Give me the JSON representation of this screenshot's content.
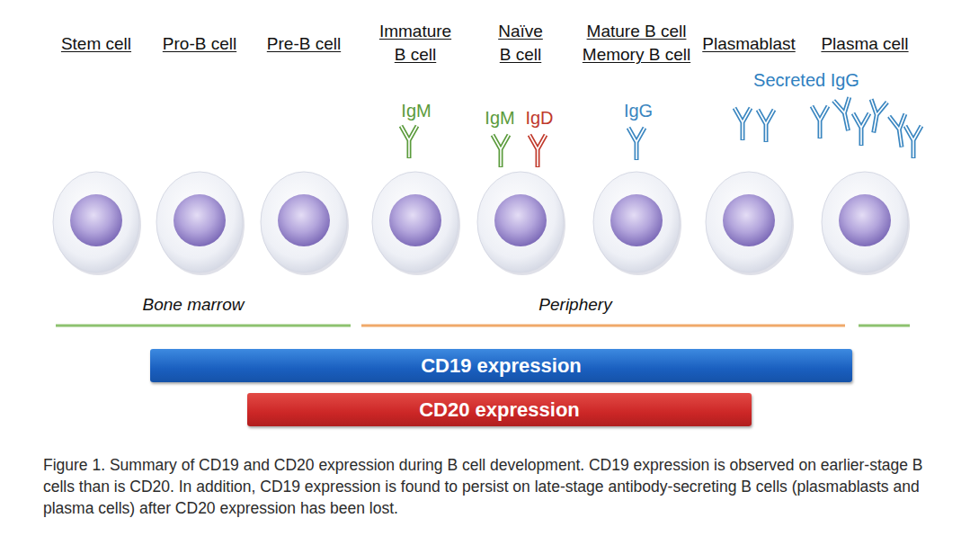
{
  "diagram": {
    "caption": "Figure 1. Summary of CD19 and CD20 expression during B cell development. CD19 expression is observed on earlier-stage B cells than is CD20. In addition, CD19 expression is found to persist on late-stage antibody-secreting B cells (plasmablasts and plasma cells) after CD20 expression has been lost.",
    "nodes": [
      {
        "text": [
          "Stem cell"
        ]
      },
      {
        "text": [
          "Pro-B cell"
        ]
      },
      {
        "text": [
          "Pre-B cell"
        ]
      },
      {
        "text": [
          "Immature B cell"
        ]
      },
      {
        "text": [
          "Naïve B cell"
        ]
      },
      {
        "text": [
          "Mature B cell Memory B cell"
        ]
      },
      {
        "text": [
          "Plasmablast"
        ]
      },
      {
        "text": [
          "Plasma cell"
        ]
      },
      {
        "text": [
          "CD19 expression"
        ]
      },
      {
        "text": [
          "CD20 expression"
        ]
      }
    ],
    "labels": [
      "IgM",
      "IgM",
      "IgD",
      "IgG",
      "Secreted IgG",
      "Bone marrow",
      "Periphery"
    ]
  }
}
